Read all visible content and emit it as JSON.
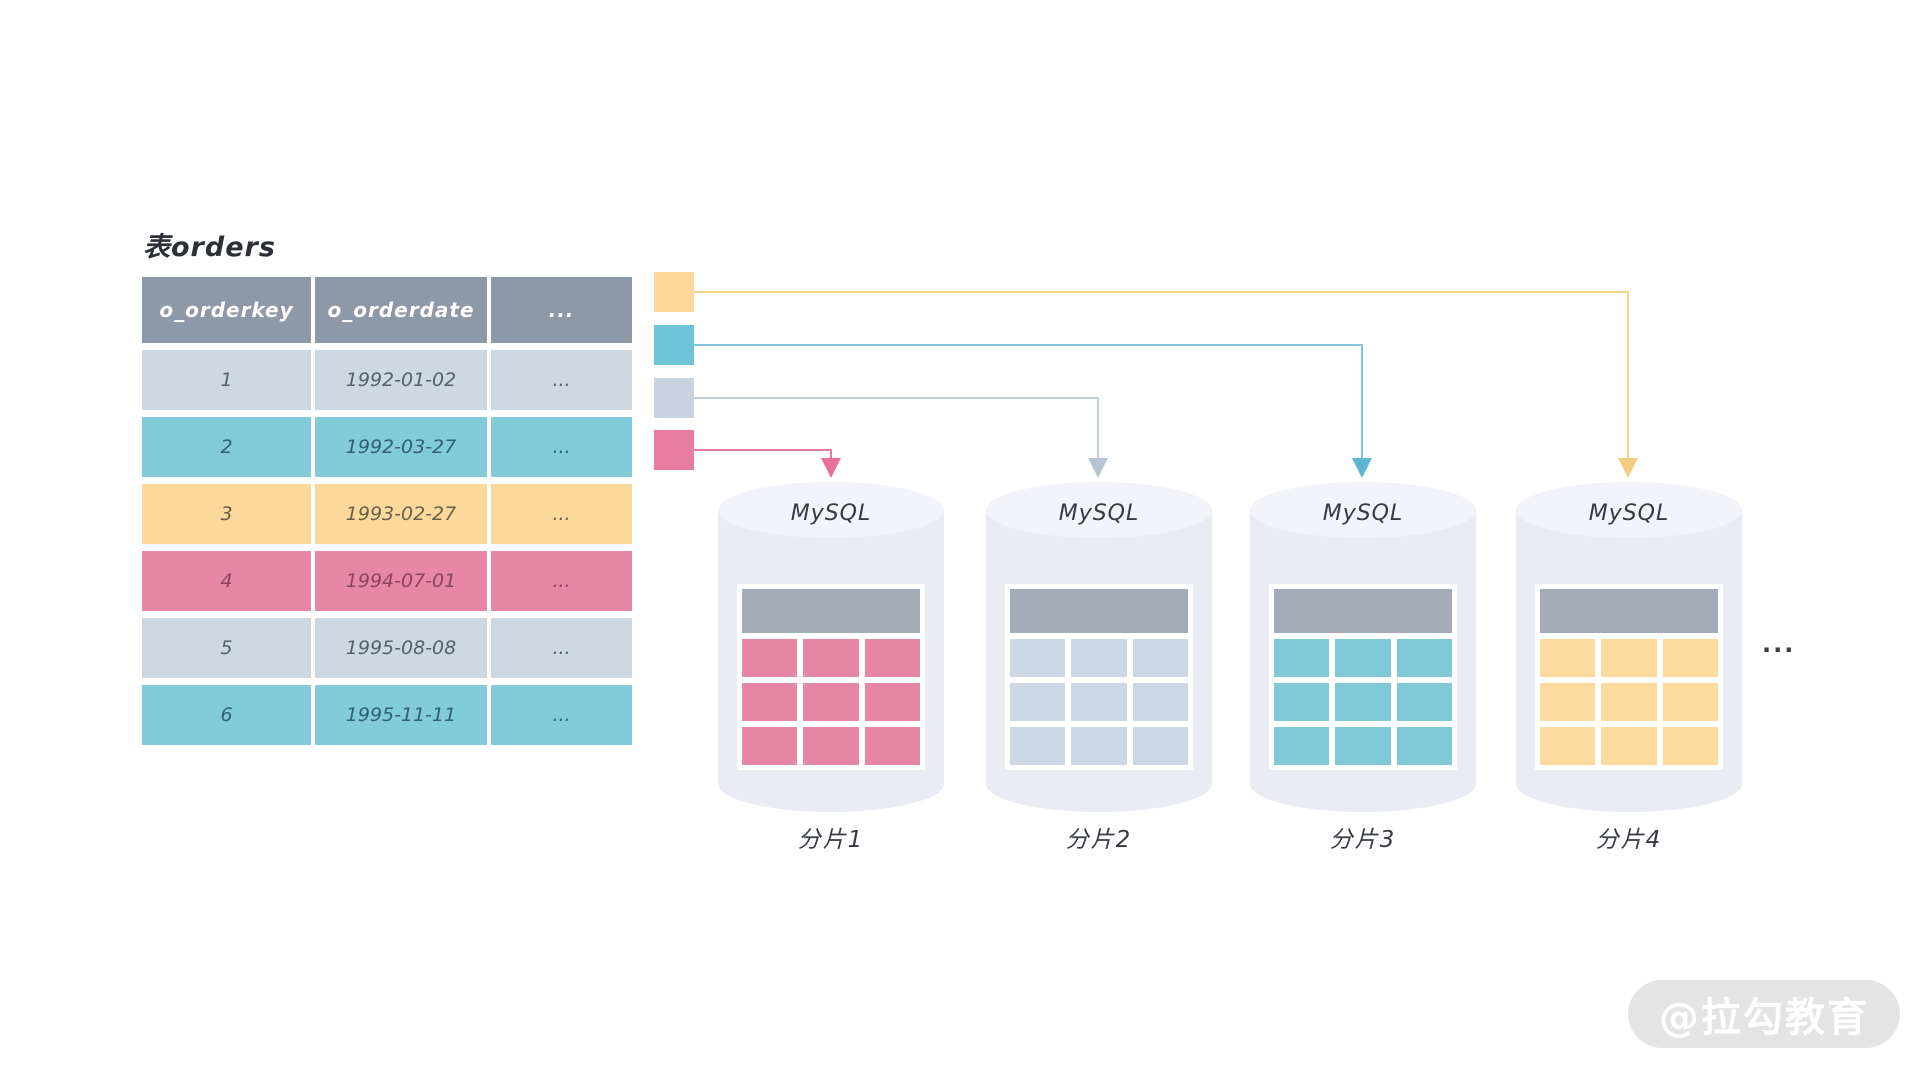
{
  "source_table": {
    "title": "表orders",
    "columns": [
      "o_orderkey",
      "o_orderdate",
      "..."
    ],
    "rows": [
      [
        "1",
        "1992-01-02",
        "..."
      ],
      [
        "2",
        "1992-03-27",
        "..."
      ],
      [
        "3",
        "1993-02-27",
        "..."
      ],
      [
        "4",
        "1994-07-01",
        "..."
      ],
      [
        "5",
        "1995-08-08",
        "..."
      ],
      [
        "6",
        "1995-11-11",
        "..."
      ]
    ],
    "row_colors": [
      "gray",
      "teal",
      "yellow",
      "pink",
      "gray",
      "teal"
    ]
  },
  "legend": {
    "squares": [
      "yellow",
      "teal",
      "gray",
      "pink"
    ]
  },
  "shards": [
    {
      "db": "MySQL",
      "caption": "分片1",
      "color": "#e886a5",
      "color_name": "pink"
    },
    {
      "db": "MySQL",
      "caption": "分片2",
      "color": "#ccd9e5",
      "color_name": "gray"
    },
    {
      "db": "MySQL",
      "caption": "分片3",
      "color": "#7fc9d8",
      "color_name": "teal"
    },
    {
      "db": "MySQL",
      "caption": "分片4",
      "color": "#fbdb9f",
      "color_name": "yellow"
    }
  ],
  "more_shards_ellipsis": "...",
  "watermark": "@拉勾教育",
  "colors": {
    "table_header": "#8e99a8",
    "row_gray": "#cdd8e3",
    "row_teal": "#82cbd9",
    "row_yellow": "#fbd99d",
    "row_pink": "#e886a5",
    "cylinder_body": "#e9ecf3",
    "cylinder_top": "#f2f4f9",
    "mini_table_header": "#a3acb6",
    "connector_yellow": "#f6d28a",
    "connector_teal": "#7ec6d8",
    "connector_gray": "#c3cfda",
    "connector_pink": "#e8799f"
  }
}
